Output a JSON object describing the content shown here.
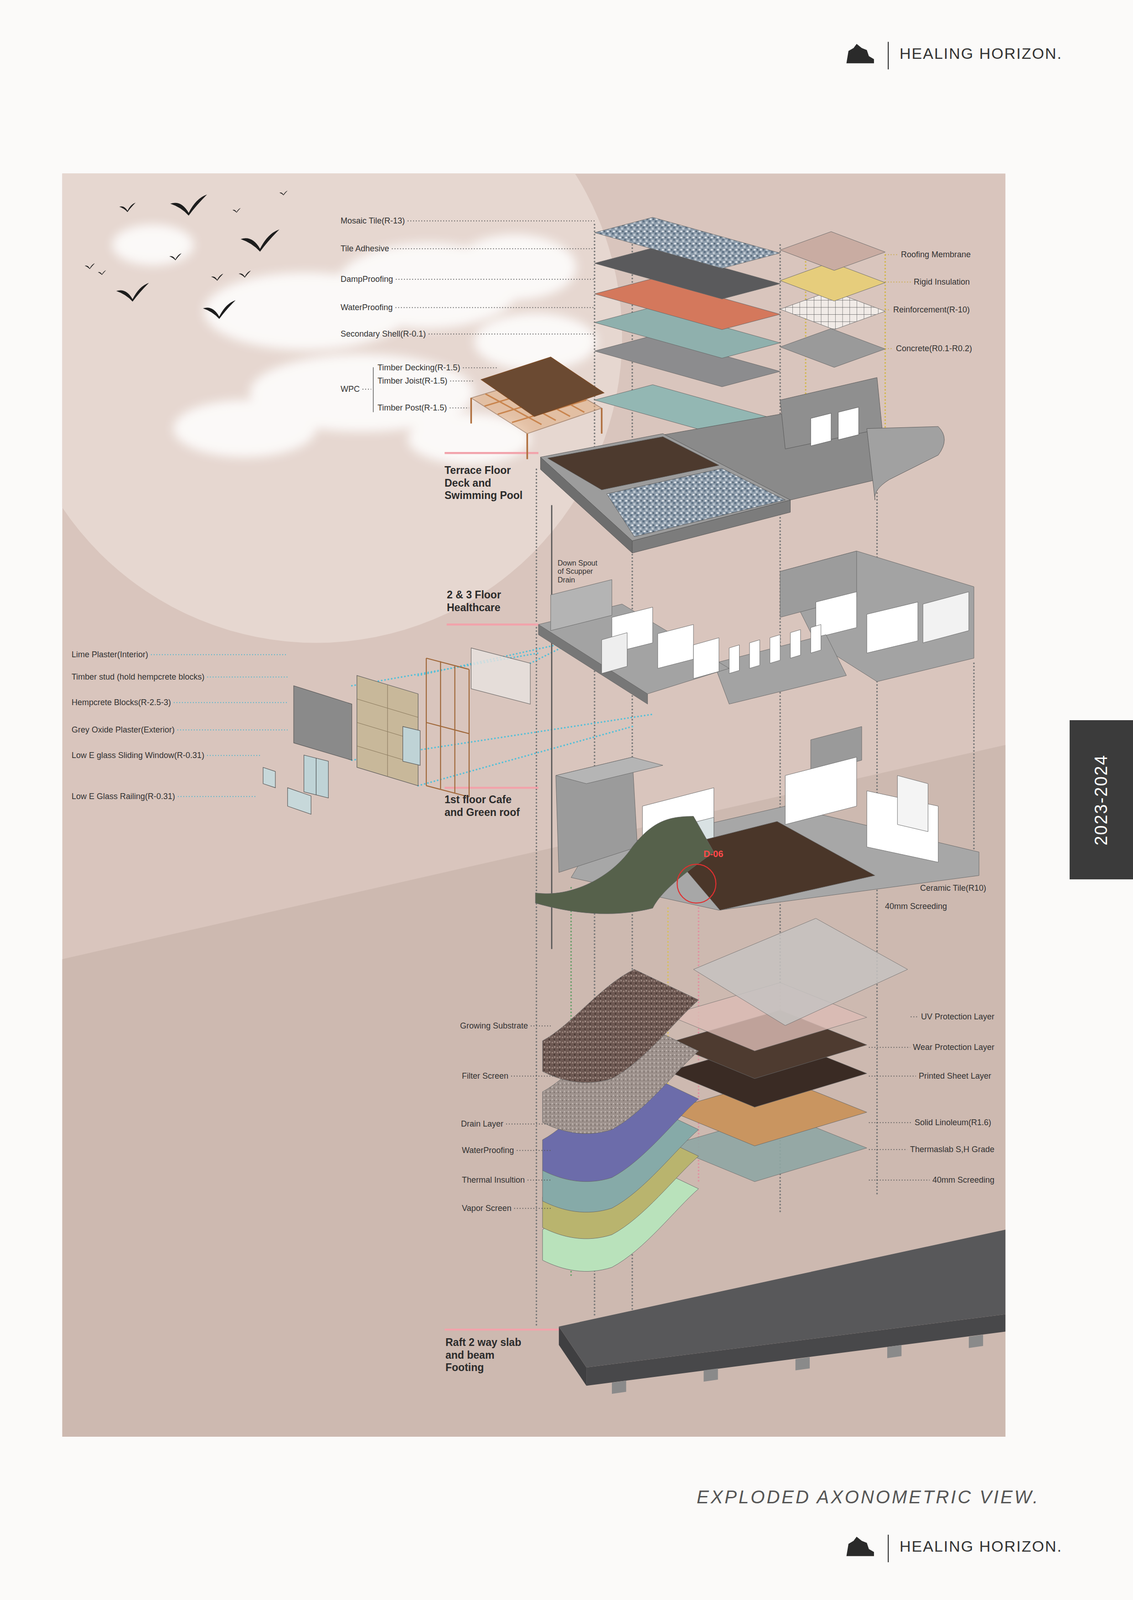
{
  "diagram": {
    "title": "HEALING HORIZON.",
    "caption": "EXPLODED AXONOMETRIC VIEW.",
    "nodes": [
      {
        "text": [
          "2023-2024"
        ]
      }
    ],
    "labels": [
      "Mosaic Tile(R-13)",
      "Tile Adhesive",
      "DampProofing",
      "WaterProofing",
      "Secondary Shell(R-0.1)",
      "Roofing Membrane",
      "Rigid Insulation",
      "Reinforcement(R-10)",
      "Concrete(R0.1-R0.2)",
      "Timber Decking(R-1.5)",
      "Timber Joist(R-1.5)",
      "WPC",
      "Timber Post(R-1.5)",
      "Terrace Floor Deck and Swimming Pool",
      "Down Spout of Scupper Drain",
      "2 & 3 Floor Healthcare",
      "Lime Plaster(Interior)",
      "Timber stud (hold hempcrete blocks)",
      "Hempcrete Blocks(R-2.5-3)",
      "Grey Oxide Plaster(Exterior)",
      "Low E glass Sliding Window(R-0.31)",
      "Low E Glass Railing(R-0.31)",
      "1st floor Cafe and Green roof",
      "D-06",
      "Ceramic Tile(R10)",
      "40mm Screeding",
      "Growing Substrate",
      "Filter Screen",
      "Drain Layer",
      "WaterProofing",
      "Thermal Insultion",
      "Vapor Screen",
      "UV Protection Layer",
      "Wear Protection Layer",
      "Printed Sheet Layer",
      "Solid Linoleum(R1.6)",
      "Thermaslab S,H Grade",
      "40mm Screeding",
      "Raft 2 way slab and beam Footing",
      "HEALING HORIZON."
    ]
  }
}
